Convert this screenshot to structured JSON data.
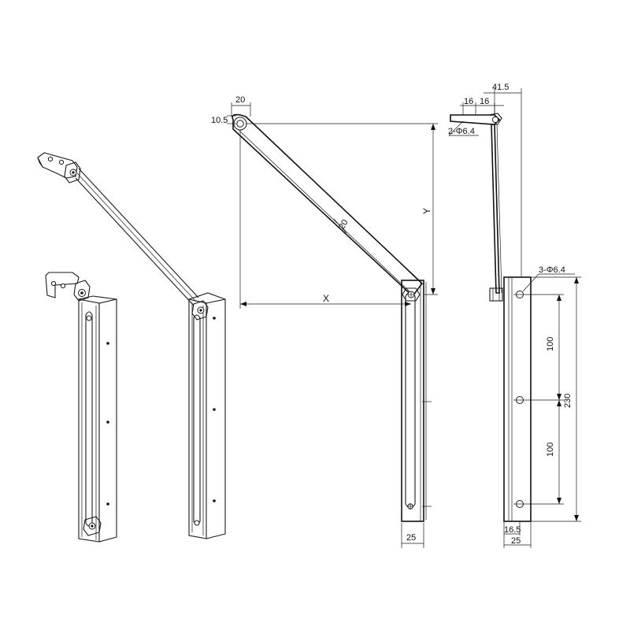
{
  "dimensions": {
    "top_link_width": "20",
    "top_offset": "10.5",
    "link_width": "20",
    "vertical_y": "Y",
    "horizontal_x": "X",
    "front_bottom_width": "25",
    "side_offset": "41.5",
    "tab_spacing_1": "16",
    "tab_spacing_2": "16",
    "tab_holes": "2-Φ6.4",
    "rail_holes": "3-Φ6.4",
    "hole_pitch_1": "100",
    "hole_pitch_2": "100",
    "rail_length": "230",
    "side_inner_width": "16.5",
    "side_bottom_width": "25"
  }
}
